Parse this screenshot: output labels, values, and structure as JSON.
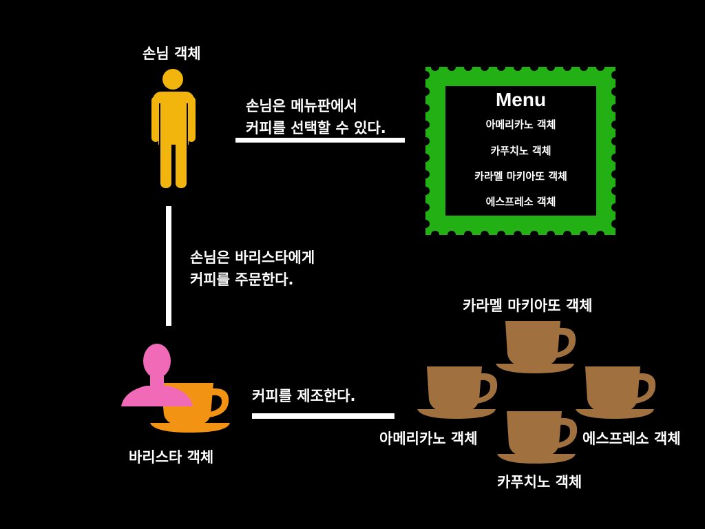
{
  "customer": {
    "title": "손님 객체"
  },
  "barista": {
    "title": "바리스타 객체"
  },
  "edges": {
    "customer_menu": [
      "손님은 메뉴판에서",
      "커피를 선택할 수 있다."
    ],
    "customer_barista": [
      "손님은 바리스타에게",
      "커피를 주문한다."
    ],
    "barista_coffee": "커피를 제조한다."
  },
  "menu": {
    "title": "Menu",
    "items": [
      "아메리카노 객체",
      "카푸치노 객체",
      "카라멜 마키아또 객체",
      "에스프레소 객체"
    ],
    "frame_color": "#22B014"
  },
  "coffees": {
    "top": "카라멜 마키아또 객체",
    "left": "아메리카노 객체",
    "right": "에스프레소 객체",
    "bottom": "카푸치노 객체",
    "cup_color": "#A0713F"
  },
  "colors": {
    "person": "#F2B50E",
    "barista_head": "#F06AB8",
    "barista_cup": "#F39313"
  },
  "icons": [
    "person-icon",
    "barista-icon",
    "coffee-cup-icon",
    "stamp-frame"
  ]
}
